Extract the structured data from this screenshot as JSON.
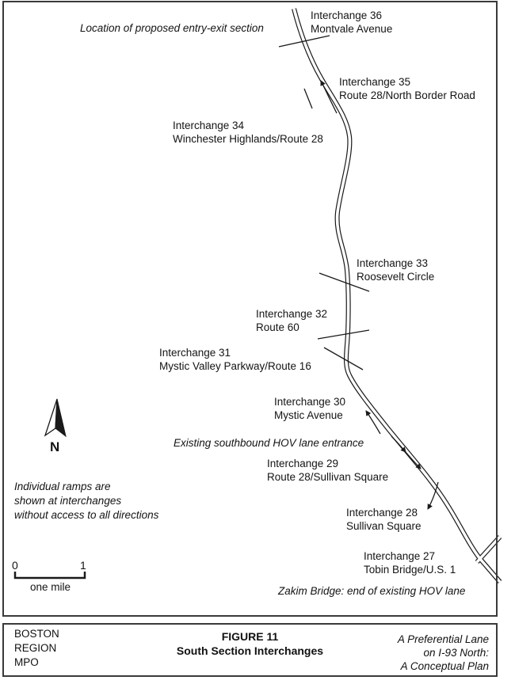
{
  "map": {
    "notes": {
      "entry_exit": "Location of proposed entry-exit section",
      "hov_entrance": "Existing southbound HOV lane entrance",
      "ramps_line1": "Individual ramps are",
      "ramps_line2": "shown at interchanges",
      "ramps_line3": "without access to all directions",
      "zakim": "Zakim Bridge: end of existing HOV lane"
    },
    "interchanges": [
      {
        "line1": "Interchange 36",
        "line2": "Montvale Avenue"
      },
      {
        "line1": "Interchange 35",
        "line2": "Route 28/North Border Road"
      },
      {
        "line1": "Interchange 34",
        "line2": "Winchester Highlands/Route 28"
      },
      {
        "line1": "Interchange 33",
        "line2": "Roosevelt Circle"
      },
      {
        "line1": "Interchange 32",
        "line2": "Route 60"
      },
      {
        "line1": "Interchange 31",
        "line2": "Mystic Valley Parkway/Route 16"
      },
      {
        "line1": "Interchange 30",
        "line2": "Mystic Avenue"
      },
      {
        "line1": "Interchange 29",
        "line2": "Route 28/Sullivan Square"
      },
      {
        "line1": "Interchange 28",
        "line2": "Sullivan Square"
      },
      {
        "line1": "Interchange 27",
        "line2": "Tobin Bridge/U.S. 1"
      }
    ],
    "north_label": "N",
    "scale": {
      "start": "0",
      "end": "1",
      "caption": "one mile"
    }
  },
  "title_block": {
    "org_line1": "BOSTON",
    "org_line2": "REGION",
    "org_line3": "MPO",
    "figure_label": "FIGURE 11",
    "figure_title": "South Section Interchanges",
    "report_line1": "A Preferential Lane",
    "report_line2": "on I-93 North:",
    "report_line3": "A Conceptual Plan"
  },
  "colors": {
    "line": "#1a1a1a",
    "border": "#3a3a3a",
    "background": "#ffffff"
  }
}
